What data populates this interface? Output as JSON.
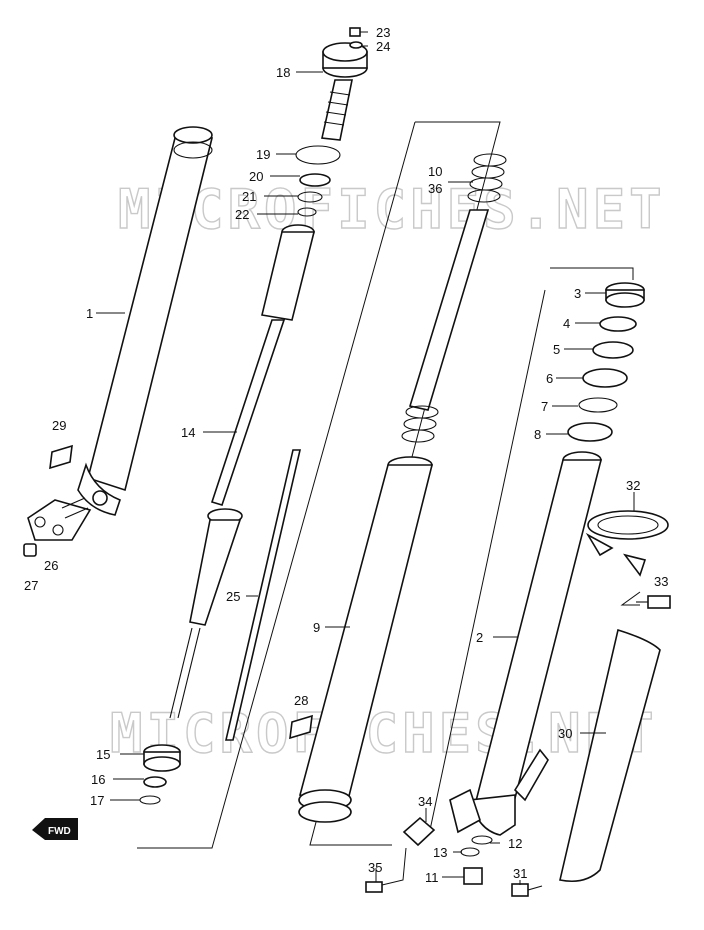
{
  "watermark": "MICROFICHES.NET",
  "fwd_label": "FWD",
  "callouts": {
    "p1": "1",
    "p2": "2",
    "p3": "3",
    "p4": "4",
    "p5": "5",
    "p6": "6",
    "p7": "7",
    "p8": "8",
    "p9": "9",
    "p10": "10",
    "p11": "11",
    "p12": "12",
    "p13": "13",
    "p14": "14",
    "p15": "15",
    "p16": "16",
    "p17": "17",
    "p18": "18",
    "p19": "19",
    "p20": "20",
    "p21": "21",
    "p22": "22",
    "p23": "23",
    "p24": "24",
    "p25": "25",
    "p26": "26",
    "p27": "27",
    "p28": "28",
    "p29": "29",
    "p30": "30",
    "p31": "31",
    "p32": "32",
    "p33": "33",
    "p34": "34",
    "p35": "35",
    "p36": "36"
  }
}
